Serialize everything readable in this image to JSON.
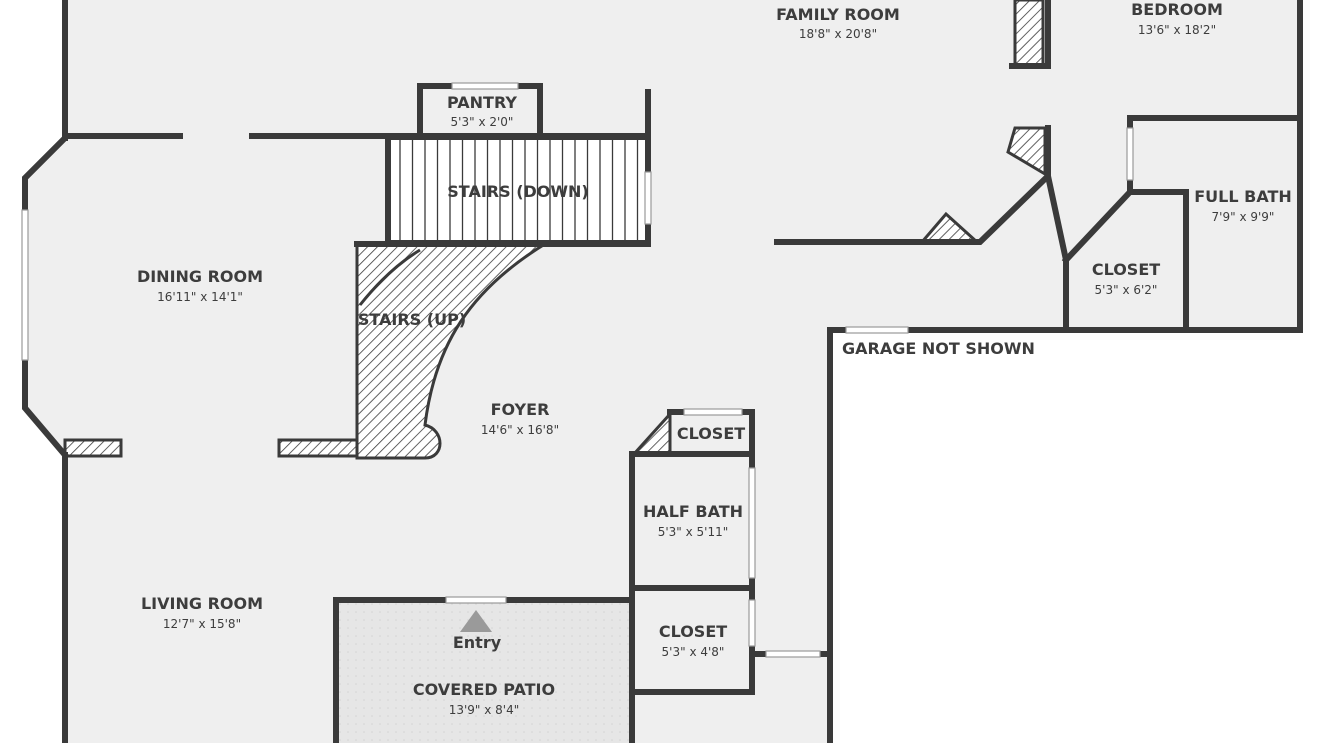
{
  "rooms": {
    "family_room": {
      "name": "FAMILY ROOM",
      "dim": "18'8\" x 20'8\""
    },
    "bedroom": {
      "name": "BEDROOM",
      "dim": "13'6\" x 18'2\""
    },
    "pantry": {
      "name": "PANTRY",
      "dim": "5'3\" x 2'0\""
    },
    "stairs_down": {
      "name": "STAIRS (DOWN)"
    },
    "full_bath": {
      "name": "FULL BATH",
      "dim": "7'9\" x 9'9\""
    },
    "dining_room": {
      "name": "DINING ROOM",
      "dim": "16'11\" x 14'1\""
    },
    "stairs_up": {
      "name": "STAIRS (UP)"
    },
    "closet_bed": {
      "name": "CLOSET",
      "dim": "5'3\" x 6'2\""
    },
    "garage": {
      "name": "GARAGE NOT SHOWN"
    },
    "foyer": {
      "name": "FOYER",
      "dim": "14'6\" x 16'8\""
    },
    "closet_foyer": {
      "name": "CLOSET"
    },
    "half_bath": {
      "name": "HALF BATH",
      "dim": "5'3\" x 5'11\""
    },
    "living_room": {
      "name": "LIVING ROOM",
      "dim": "12'7\" x 15'8\""
    },
    "closet_hall": {
      "name": "CLOSET",
      "dim": "5'3\" x 4'8\""
    },
    "entry": {
      "name": "Entry"
    },
    "covered_patio": {
      "name": "COVERED PATIO",
      "dim": "13'9\" x 8'4\""
    }
  },
  "colors": {
    "floor": "#efefef",
    "wall": "#3a3a3a",
    "patio": "#e6e6e6",
    "outside": "#ffffff"
  }
}
